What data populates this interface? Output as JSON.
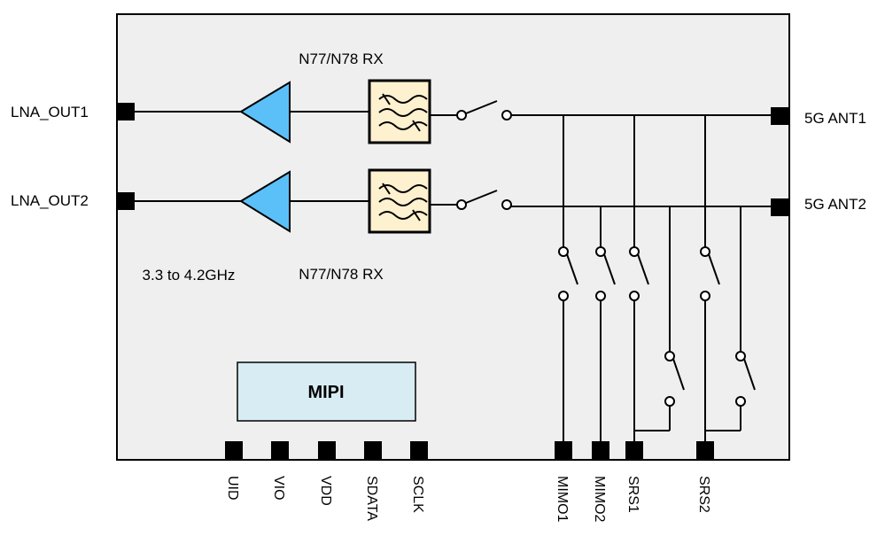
{
  "labels": {
    "band_top": "N77/N78 RX",
    "band_bottom": "N77/N78 RX",
    "freq_range": "3.3 to 4.2GHz",
    "lna_out1": "LNA_OUT1",
    "lna_out2": "LNA_OUT2",
    "ant1": "5G ANT1",
    "ant2": "5G ANT2",
    "mipi": "MIPI"
  },
  "bottom_pins": [
    "UID",
    "VIO",
    "VDD",
    "SDATA",
    "SCLK",
    "MIMO1",
    "MIMO2",
    "SRS1",
    "SRS2"
  ],
  "colors": {
    "chip_fill": "#efefef",
    "amp_fill": "#5bc0f8",
    "filter_fill": "#fdf1cf",
    "mipi_fill": "#d7ecf3"
  }
}
